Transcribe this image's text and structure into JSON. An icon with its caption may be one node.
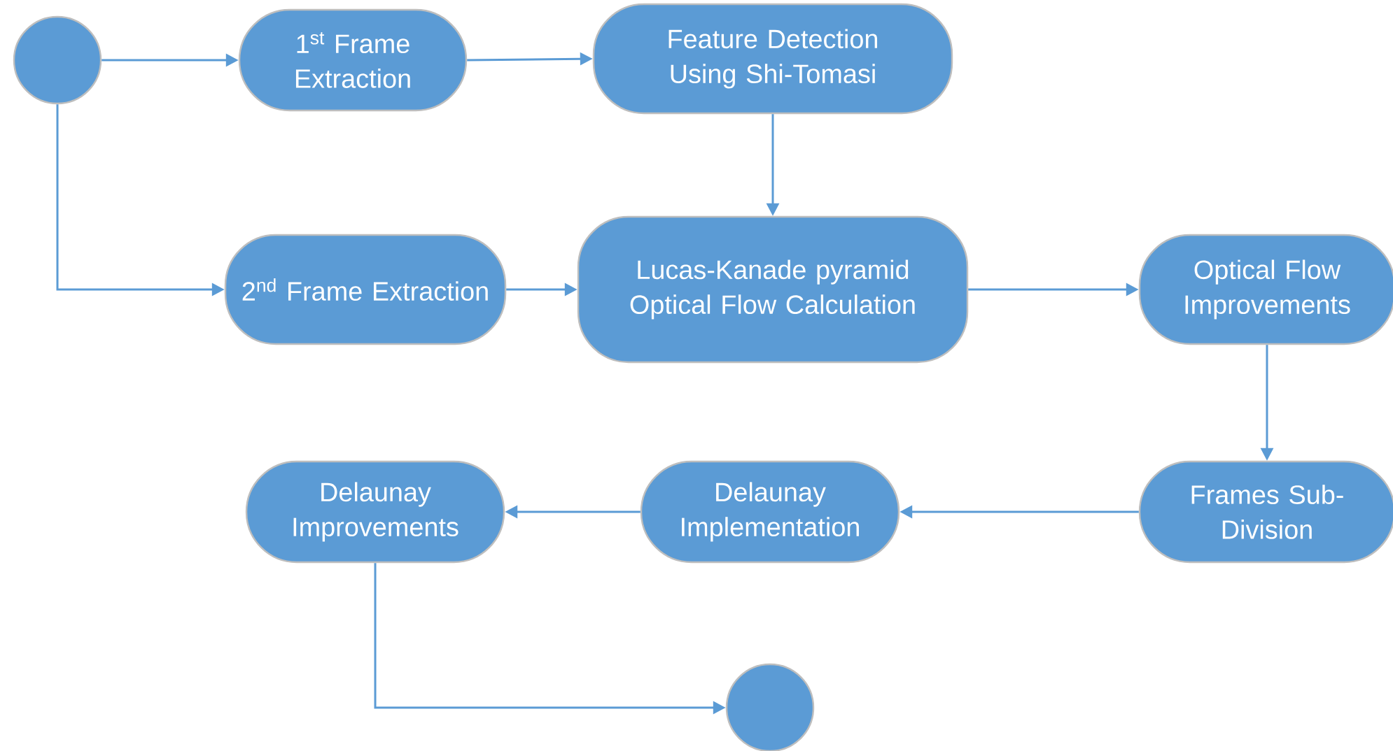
{
  "diagram": {
    "nodes": [
      {
        "text": [],
        "shape": "circle"
      },
      {
        "text": [
          "1$^{st}$ Frame Extraction"
        ]
      },
      {
        "text": [
          "Feature Detection Using Shi-Tomasi"
        ]
      },
      {
        "text": [
          "2$^{nd}$ Frame Extraction"
        ]
      },
      {
        "text": [
          "Lucas-Kanade pyramid Optical Flow Calculation"
        ]
      },
      {
        "text": [
          "Optical Flow Improvements"
        ]
      },
      {
        "text": [
          "Frames Sub-Division"
        ]
      },
      {
        "text": [
          "Delaunay Implementation"
        ]
      },
      {
        "text": [
          "Delaunay Improvements"
        ]
      },
      {
        "text": [],
        "shape": "circle"
      }
    ],
    "edges": [
      {
        "from": 0,
        "to": 1,
        "arrow": "to"
      },
      {
        "from": 1,
        "to": 2,
        "arrow": "to"
      },
      {
        "from": 2,
        "to": 4,
        "arrow": "to"
      },
      {
        "from": 0,
        "to": 3,
        "arrow": "to"
      },
      {
        "from": 3,
        "to": 4,
        "arrow": "to"
      },
      {
        "from": 4,
        "to": 5,
        "arrow": "to"
      },
      {
        "from": 5,
        "to": 6,
        "arrow": "to"
      },
      {
        "from": 6,
        "to": 7,
        "arrow": "to"
      },
      {
        "from": 7,
        "to": 8,
        "arrow": "to"
      },
      {
        "from": 8,
        "to": 9,
        "arrow": "to"
      }
    ]
  }
}
